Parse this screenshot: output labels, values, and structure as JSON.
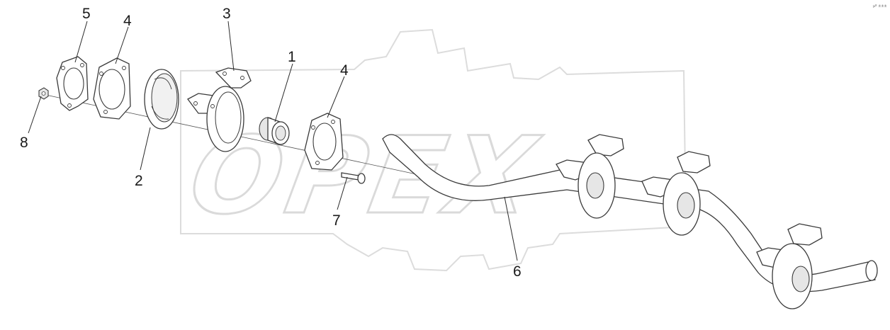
{
  "watermark": {
    "text": "OPEX"
  },
  "corner_mark": "µº ±±±",
  "callouts": [
    {
      "id": "5",
      "label": "5"
    },
    {
      "id": "4a",
      "label": "4"
    },
    {
      "id": "3",
      "label": "3"
    },
    {
      "id": "1",
      "label": "1"
    },
    {
      "id": "4b",
      "label": "4"
    },
    {
      "id": "8",
      "label": "8"
    },
    {
      "id": "2",
      "label": "2"
    },
    {
      "id": "7",
      "label": "7"
    },
    {
      "id": "6",
      "label": "6"
    }
  ],
  "icons": {
    "watermark_gear": "gear-icon"
  }
}
